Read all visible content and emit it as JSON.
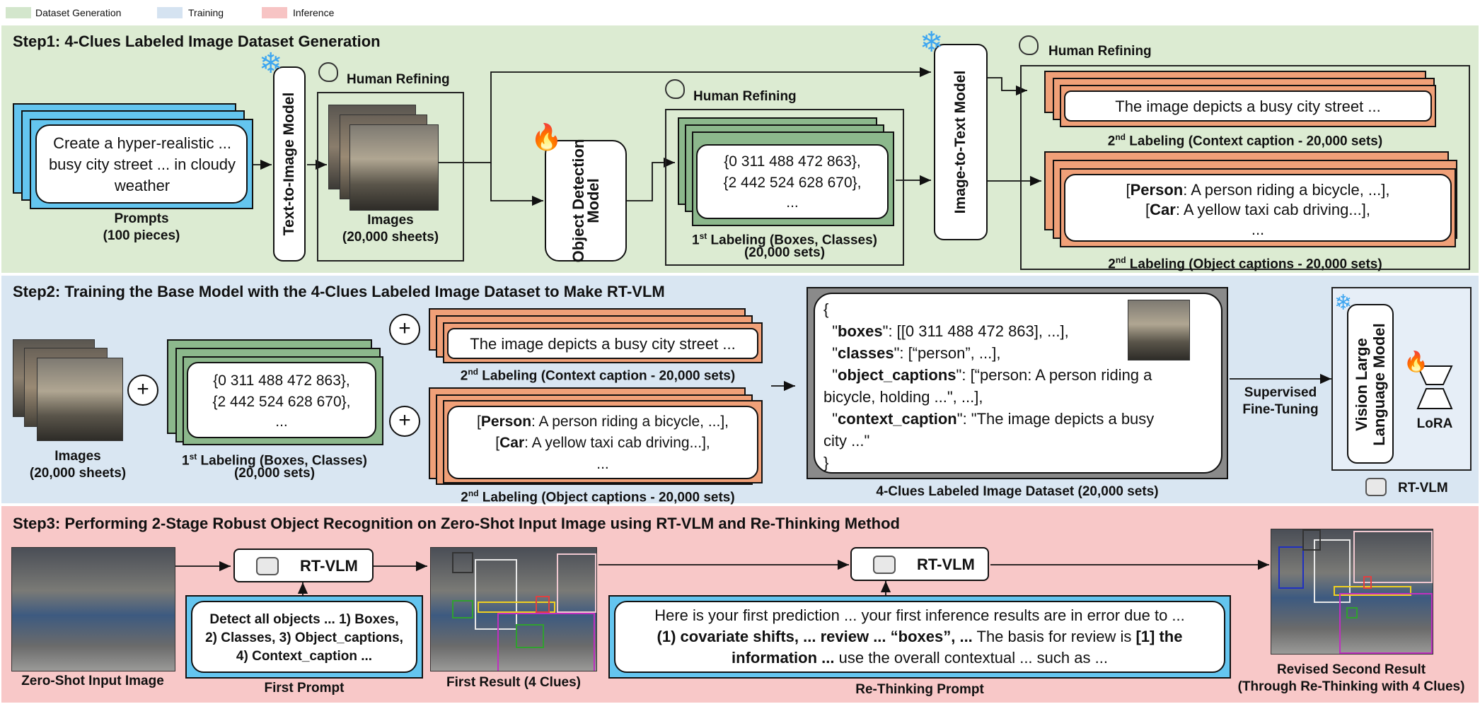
{
  "legend": [
    {
      "label": "Dataset Generation",
      "color": "#d3e6cc"
    },
    {
      "label": "Training",
      "color": "#d5e3f1"
    },
    {
      "label": "Inference",
      "color": "#f7c4c4"
    }
  ],
  "colors": {
    "step1_bg": "#dcebd2",
    "step2_bg": "#d9e6f2",
    "step3_bg": "#f8c8c8",
    "prompt_stack": "#64c5ef",
    "labeling_stack": "#8cb88c",
    "caption_stack": "#f0a078",
    "snowflake": "#3ea6f0",
    "fire": "#f07a1a"
  },
  "step1": {
    "title": "Step1: 4-Clues Labeled Image Dataset Generation",
    "prompt_text": "Create a hyper-realistic ... busy city street ... in cloudy weather",
    "prompts_label": "Prompts",
    "prompts_sub": "(100 pieces)",
    "t2i_model": "Text-to-Image Model",
    "human_refining_1": "Human Refining",
    "images_label": "Images",
    "images_sub": "(20,000 sheets)",
    "od_model": "Object Detection Model",
    "human_refining_2": "Human Refining",
    "boxes_line1": "{0 311 488 472 863},",
    "boxes_line2": "{2 442 524 628 670},",
    "boxes_line3": "...",
    "labeling1_pre": "1",
    "labeling1_sup": "st",
    "labeling1_post": " Labeling (Boxes, Classes)",
    "labeling1_sub": "(20,000 sets)",
    "i2t_model": "Image-to-Text Model",
    "human_refining_3": "Human Refining",
    "context_caption": "The image depicts a busy city street ...",
    "labeling2c_pre": "2",
    "labeling2c_sup": "nd",
    "labeling2c_post": " Labeling (Context caption - 20,000 sets)",
    "obj_cap_1_bold": "Person",
    "obj_cap_1_rest": ": A person riding a bicycle, ...],",
    "obj_cap_2_bold": "Car",
    "obj_cap_2_rest": ": A yellow taxi cab driving...],",
    "obj_cap_3": "...",
    "labeling2o_pre": "2",
    "labeling2o_sup": "nd",
    "labeling2o_post": " Labeling (Object captions - 20,000 sets)"
  },
  "step2": {
    "title": "Step2: Training the Base Model with the 4-Clues Labeled Image Dataset to Make RT-VLM",
    "images_label": "Images",
    "images_sub": "(20,000 sheets)",
    "plus": "+",
    "boxes_line1": "{0 311 488 472 863},",
    "boxes_line2": "{2 442 524 628 670},",
    "boxes_line3": "...",
    "labeling1_pre": "1",
    "labeling1_sup": "st",
    "labeling1_post": " Labeling (Boxes, Classes)",
    "labeling1_sub": "(20,000 sets)",
    "context_caption": "The image depicts a busy city street ...",
    "labeling2c_pre": "2",
    "labeling2c_sup": "nd",
    "labeling2c_post": " Labeling (Context caption - 20,000 sets)",
    "obj_cap_1_bold": "Person",
    "obj_cap_1_rest": ": A person riding a bicycle, ...],",
    "obj_cap_2_bold": "Car",
    "obj_cap_2_rest": ": A yellow taxi cab driving...],",
    "obj_cap_3": "...",
    "labeling2o_pre": "2",
    "labeling2o_sup": "nd",
    "labeling2o_post": " Labeling (Object captions - 20,000 sets)",
    "json_open": "{",
    "json_boxes_key": "boxes",
    "json_boxes_val": ": [[0 311 488 472 863], ...],",
    "json_classes_key": "classes",
    "json_classes_val": ": [“person”, ...],",
    "json_objcap_key": "object_captions",
    "json_objcap_val": ": [“person: A person riding a",
    "json_objcap_val2": "bicycle, holding ...\", ...],",
    "json_ctx_key": "context_caption",
    "json_ctx_val": ": \"The image depicts a busy",
    "json_ctx_val2": "city ...\"",
    "json_close": "}",
    "dataset_label": "4-Clues Labeled Image Dataset (20,000 sets)",
    "sft_line1": "Supervised",
    "sft_line2": "Fine-Tuning",
    "vlm_line1": "Vision Large",
    "vlm_line2": "Language Model",
    "lora": "LoRA",
    "rtvlm": "RT-VLM"
  },
  "step3": {
    "title": "Step3: Performing 2-Stage Robust Object Recognition on Zero-Shot Input Image using RT-VLM and Re-Thinking Method",
    "zero_shot_label": "Zero-Shot Input Image",
    "rtvlm_1": "RT-VLM",
    "first_prompt_line1": "Detect all objects ... 1) Boxes,",
    "first_prompt_line2": "2) Classes, 3) Object_captions,",
    "first_prompt_line3": "4) Context_caption ...",
    "first_prompt_label": "First Prompt",
    "first_result_label": "First Result (4 Clues)",
    "rtvlm_2": "RT-VLM",
    "rethink_line1": "Here is your first prediction ... your first inference results are in error due to ...",
    "rethink_line2_bold": "(1) covariate shifts, ... review ... “boxes”, ...",
    "rethink_line2_rest": " The basis for review is ",
    "rethink_line2_bold2": "[1] the",
    "rethink_line3_bold": "information ...",
    "rethink_line3_rest": " use the overall contextual ... such as ...",
    "rethink_label": "Re-Thinking Prompt",
    "revised_line1": "Revised Second Result",
    "revised_line2": "(Through Re-Thinking with 4 Clues)"
  }
}
